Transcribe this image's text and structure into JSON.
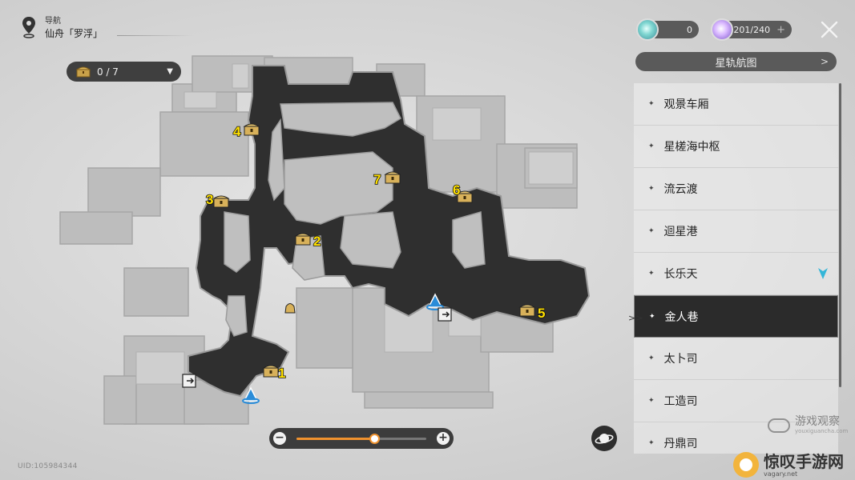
{
  "header": {
    "nav_label": "导航",
    "region": "仙舟「罗浮」"
  },
  "currencies": [
    {
      "icon": "stellar-jade-icon",
      "value": "0"
    },
    {
      "icon": "trailblaze-power-icon",
      "value": "201/240",
      "plus": "+"
    }
  ],
  "chest_counter": {
    "value": "0 / 7"
  },
  "star_rail_map": {
    "label": "星轨航图"
  },
  "locations": [
    {
      "label": "观景车厢"
    },
    {
      "label": "星槎海中枢"
    },
    {
      "label": "流云渡"
    },
    {
      "label": "迴星港"
    },
    {
      "label": "长乐天",
      "marked": true
    },
    {
      "label": "金人巷",
      "active": true
    },
    {
      "label": "太卜司"
    },
    {
      "label": "工造司"
    },
    {
      "label": "丹鼎司"
    }
  ],
  "map_markers": {
    "chests": [
      {
        "label": "1"
      },
      {
        "label": "2"
      },
      {
        "label": "3"
      },
      {
        "label": "4"
      },
      {
        "label": "5"
      },
      {
        "label": "6"
      },
      {
        "label": "7"
      }
    ]
  },
  "zoom": {
    "level": 0.6
  },
  "uid": "UID:105984344",
  "watermarks": {
    "site1": "游戏观察",
    "site1_url": "youxiguancha.com",
    "site2": "惊叹手游网",
    "site2_url": "vagary.net"
  },
  "colors": {
    "accent_orange": "#f0922e",
    "marker_yellow": "#ffe000",
    "walkable": "#2f2f2f",
    "panel_active": "#2b2b2b",
    "teleport_cyan": "#2a8cd8"
  }
}
